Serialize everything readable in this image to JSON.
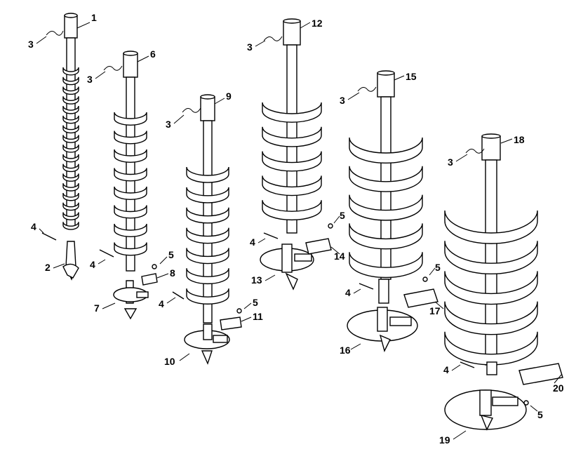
{
  "callouts": {
    "c1": "1",
    "c2": "2",
    "c3a": "3",
    "c3b": "3",
    "c3c": "3",
    "c3d": "3",
    "c3e": "3",
    "c3f": "3",
    "c4a": "4",
    "c4b": "4",
    "c4c": "4",
    "c4d": "4",
    "c4e": "4",
    "c4f": "4",
    "c5a": "5",
    "c5b": "5",
    "c5c": "5",
    "c5d": "5",
    "c5e": "5",
    "c6": "6",
    "c7": "7",
    "c8": "8",
    "c9": "9",
    "c10": "10",
    "c11": "11",
    "c12": "12",
    "c13": "13",
    "c14": "14",
    "c15": "15",
    "c16": "16",
    "c17": "17",
    "c18": "18",
    "c19": "19",
    "c20": "20"
  }
}
